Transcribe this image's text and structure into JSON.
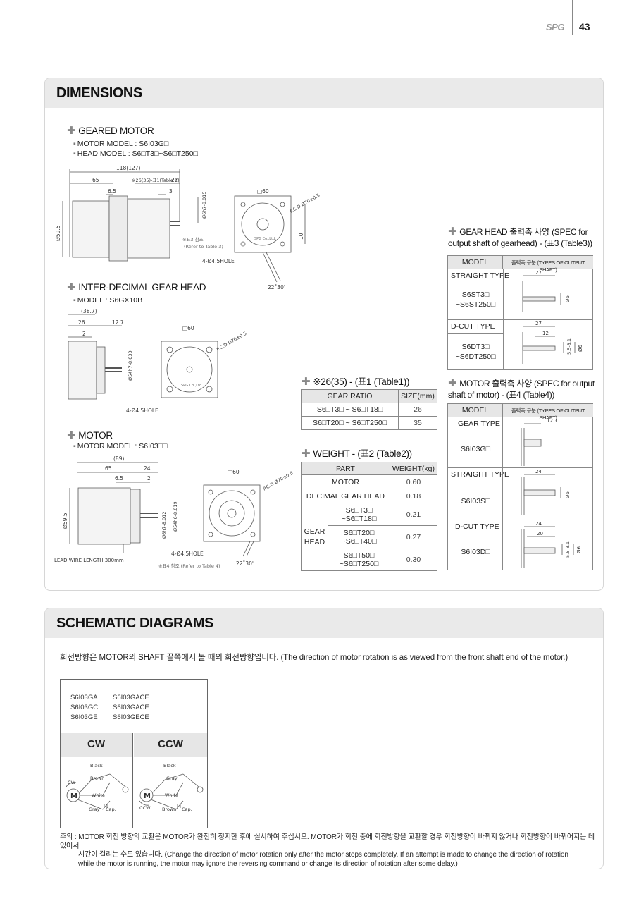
{
  "header": {
    "logo": "SPG",
    "page_number": "43"
  },
  "dimensions": {
    "title": "DIMENSIONS",
    "geared_motor": {
      "title": "GEARED MOTOR",
      "motor_model": "MOTOR MODEL : S6I03G□",
      "head_model": "HEAD MODEL : S6□T3□~S6□T250□",
      "dims": {
        "total": "118(127)",
        "d65": "65",
        "d26": "※26(35)-표1(Table 1)",
        "d27": "27",
        "d65b": "6.5",
        "d3": "3",
        "dia595": "Ø59.5",
        "shaft": "Ø6h7-8.015",
        "sq60": "□60",
        "pcd": "P.C.D Ø70±0.5",
        "ten": "10",
        "hole": "4-Ø4.5HOLE",
        "angle": "22˚30'",
        "ref": "※표3 참조",
        "ref_en": "(Refer to Table 3)",
        "maker": "SPG Co.,Ltd."
      }
    },
    "gear_head": {
      "title": "INTER-DECIMAL GEAR HEAD",
      "model": "MODEL : S6GX10B",
      "dims": {
        "d387": "(38.7)",
        "d26": "26",
        "d127": "12.7",
        "d2": "2",
        "shaft": "Ø54h7-8.030",
        "sq60": "□60",
        "pcd": "P.C.D Ø70±0.5",
        "hole": "4-Ø4.5HOLE",
        "maker": "SPG Co.,Ltd."
      }
    },
    "motor": {
      "title": "MOTOR",
      "model": "MOTOR MODEL : S6I03□□",
      "dims": {
        "d89": "(89)",
        "d65": "65",
        "d24": "24",
        "d65b": "6.5",
        "d2": "2",
        "dia595": "Ø59.5",
        "shaft": "Ø6h7-8.012",
        "shaft2": "Ø54h6-8.019",
        "sq60": "□60",
        "pcd": "P.C.D Ø70±0.5",
        "hole": "4-Ø4.5HOLE",
        "angle": "22˚30'",
        "lead": "LEAD WIRE LENGTH 300mm",
        "ref": "※표4 참조 (Refer to Table 4)"
      }
    },
    "table1": {
      "title": "※26(35) - (표1 (Table1))",
      "headers": [
        "GEAR RATIO",
        "SIZE(mm)"
      ],
      "rows": [
        [
          "S6□T3□ ~ S6□T18□",
          "26"
        ],
        [
          "S6□T20□ ~ S6□T250□",
          "35"
        ]
      ]
    },
    "table2": {
      "title": "WEIGHT - (표2 (Table2))",
      "headers": [
        "PART",
        "WEIGHT(kg)"
      ],
      "motor": [
        "MOTOR",
        "0.60"
      ],
      "decimal": [
        "DECIMAL GEAR HEAD",
        "0.18"
      ],
      "gear_head_label": "GEAR HEAD",
      "gear_rows": [
        [
          "S6□T3□",
          "~S6□T18□",
          "0.21"
        ],
        [
          "S6□T20□",
          "~S6□T40□",
          "0.27"
        ],
        [
          "S6□T50□",
          "~S6□T250□",
          "0.30"
        ]
      ]
    },
    "table3": {
      "title_line1": "GEAR HEAD 출력축 사양 (SPEC for",
      "title_line2": "output shaft of gearhead) - (표3 (Table3))",
      "headers": [
        "MODEL",
        "출력축 구분 (TYPES OF OUTPUT SHAFT)"
      ],
      "straight": {
        "type": "STRAIGHT TYPE",
        "model1": "S6ST3□",
        "model2": "~S6ST250□",
        "d27": "27",
        "d6": "Ø6"
      },
      "dcut": {
        "type": "D-CUT TYPE",
        "model1": "S6DT3□",
        "model2": "~S6DT250□",
        "d27": "27",
        "d12": "12",
        "d55": "5.5-8.1",
        "d6": "Ø6"
      }
    },
    "table4": {
      "title_line1": "MOTOR 출력축 사양 (SPEC for output",
      "title_line2": "shaft of motor) - (표4 (Table4))",
      "headers": [
        "MODEL",
        "출력축 구분 (TYPES OF OUTPUT SHAFT)"
      ],
      "gear": {
        "type": "GEAR TYPE",
        "model": "S6I03G□",
        "d127": "12.7"
      },
      "straight": {
        "type": "STRAIGHT TYPE",
        "model": "S6I03S□",
        "d24": "24",
        "d6": "Ø6"
      },
      "dcut": {
        "type": "D-CUT TYPE",
        "model": "S6I03D□",
        "d24": "24",
        "d20": "20",
        "d55": "5.5-8.1",
        "d6": "Ø6"
      }
    }
  },
  "schematic": {
    "title": "SCHEMATIC DIAGRAMS",
    "intro": "회전방향은 MOTOR의 SHAFT 끝쪽에서 볼 때의 회전방향입니다. (The direction of motor rotation is as viewed from the front shaft end of the motor.)",
    "models_left": [
      "S6I03GA",
      "S6I03GC",
      "S6I03GE"
    ],
    "models_right": [
      "S6I03GACE",
      "S6I03GACE",
      "S6I03GECE"
    ],
    "cw_label": "CW",
    "ccw_label": "CCW",
    "cw_wires": {
      "black": "Black",
      "brown": "Brown",
      "white": "White",
      "gray": "Gray",
      "cap": "Cap.",
      "dir": "CW",
      "m": "M"
    },
    "ccw_wires": {
      "black": "Black",
      "gray": "Gray",
      "white": "White",
      "brown": "Brown",
      "cap": "Cap.",
      "dir": "CCW",
      "m": "M"
    },
    "note_prefix": "주의 :",
    "note_line1": "MOTOR 회전 방향의 교환은 MOTOR가 완전히 정지한 후에 실시하여 주십시오. MOTOR가 회전 중에 회전방향을 교환할 경우 회전방향이 바뀌지 않거나 회전방향이 바뀌어지는 데 있어서",
    "note_line2": "시간이 걸리는 수도 있습니다. (Change the direction of motor rotation only after the motor stops completely. If an attempt is made to change the direction of rotation",
    "note_line3": "while the motor is running, the motor may ignore the reversing command or change its direction of rotation after some delay.)"
  }
}
